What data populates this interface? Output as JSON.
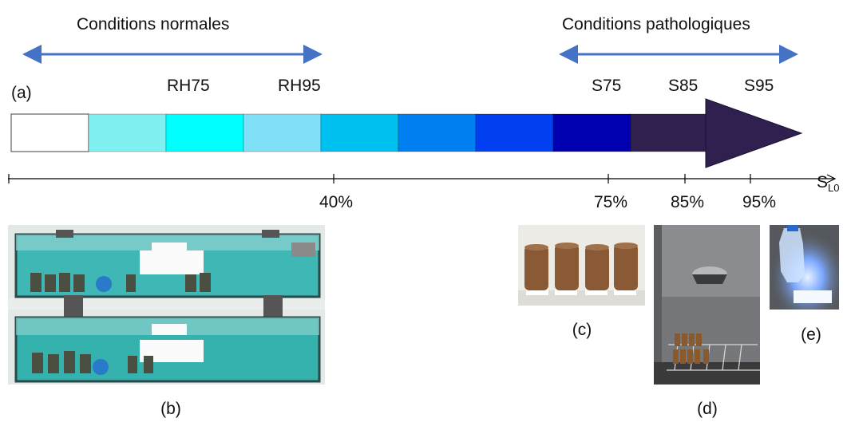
{
  "header": {
    "left_label": "Conditions normales",
    "right_label": "Conditions pathologiques"
  },
  "panel_a": {
    "label": "(a)",
    "markers": [
      "RH75",
      "RH95",
      "S75",
      "S85",
      "S95"
    ],
    "segment_colors": [
      "#ffffff",
      "#80f0f0",
      "#00ffff",
      "#80e0f8",
      "#00c0f0",
      "#0080f0",
      "#0040f0",
      "#0000b0",
      "#302050"
    ],
    "arrow_head_color": "#302050"
  },
  "axis": {
    "variable": "S",
    "subscript": "L0",
    "ticks": [
      "40%",
      "75%",
      "85%",
      "95%"
    ]
  },
  "colors": {
    "double_arrow": "#4472c4",
    "axis_line": "#000000"
  },
  "photos": {
    "b": "(b)",
    "c": "(c)",
    "d": "(d)",
    "e": "(e)"
  }
}
